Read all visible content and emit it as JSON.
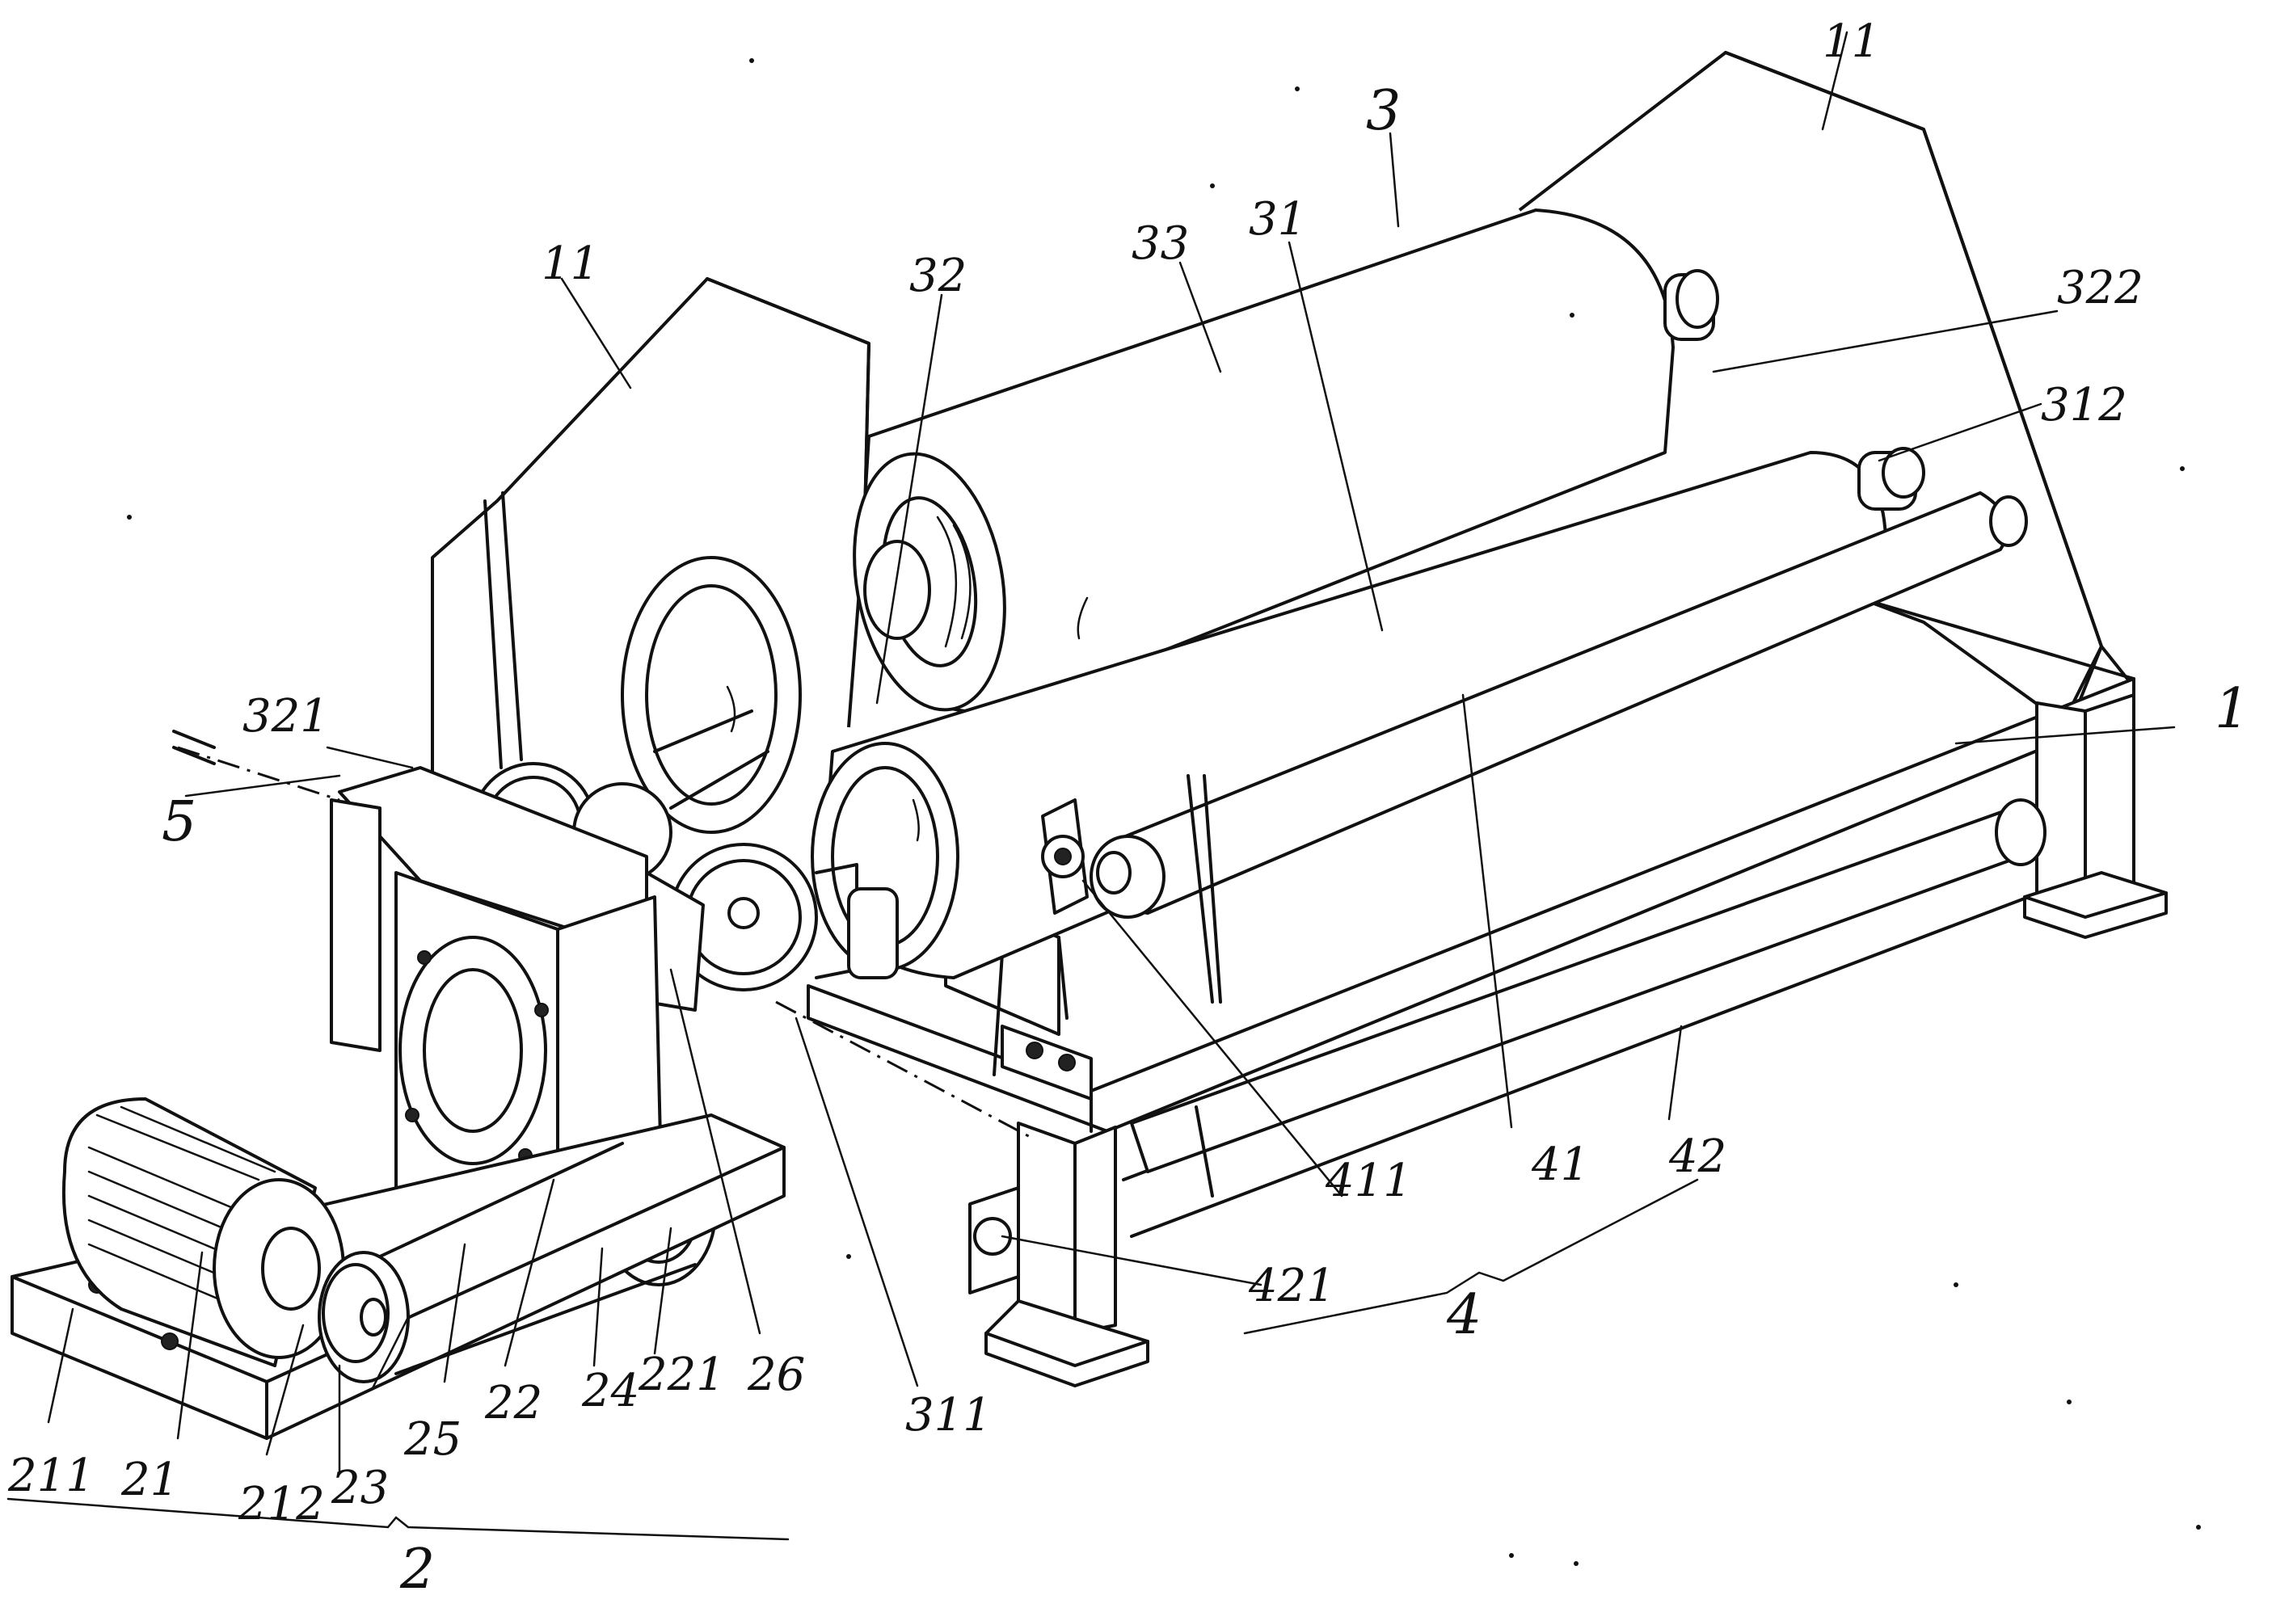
{
  "labels": {
    "frame_side_left": "11",
    "frame_side_right": "11",
    "top_roller_group": "3",
    "roller_31": "31",
    "roller_32": "32",
    "roller_33": "33",
    "frame": "1",
    "drive_unit": "2",
    "lower_group": "4",
    "feed": "5",
    "motor": "21",
    "motor_base": "211",
    "motor_shaft": "212",
    "gearbox": "22",
    "gearbox_pulley": "221",
    "motor_pulley": "23",
    "pulley_24": "24",
    "belt": "25",
    "gear_26": "26",
    "gear_311": "311",
    "bearing_312": "312",
    "gear_321": "321",
    "bearing_322": "322",
    "roller_41": "41",
    "bearing_411": "411",
    "roller_42": "42",
    "bearing_421": "421"
  }
}
